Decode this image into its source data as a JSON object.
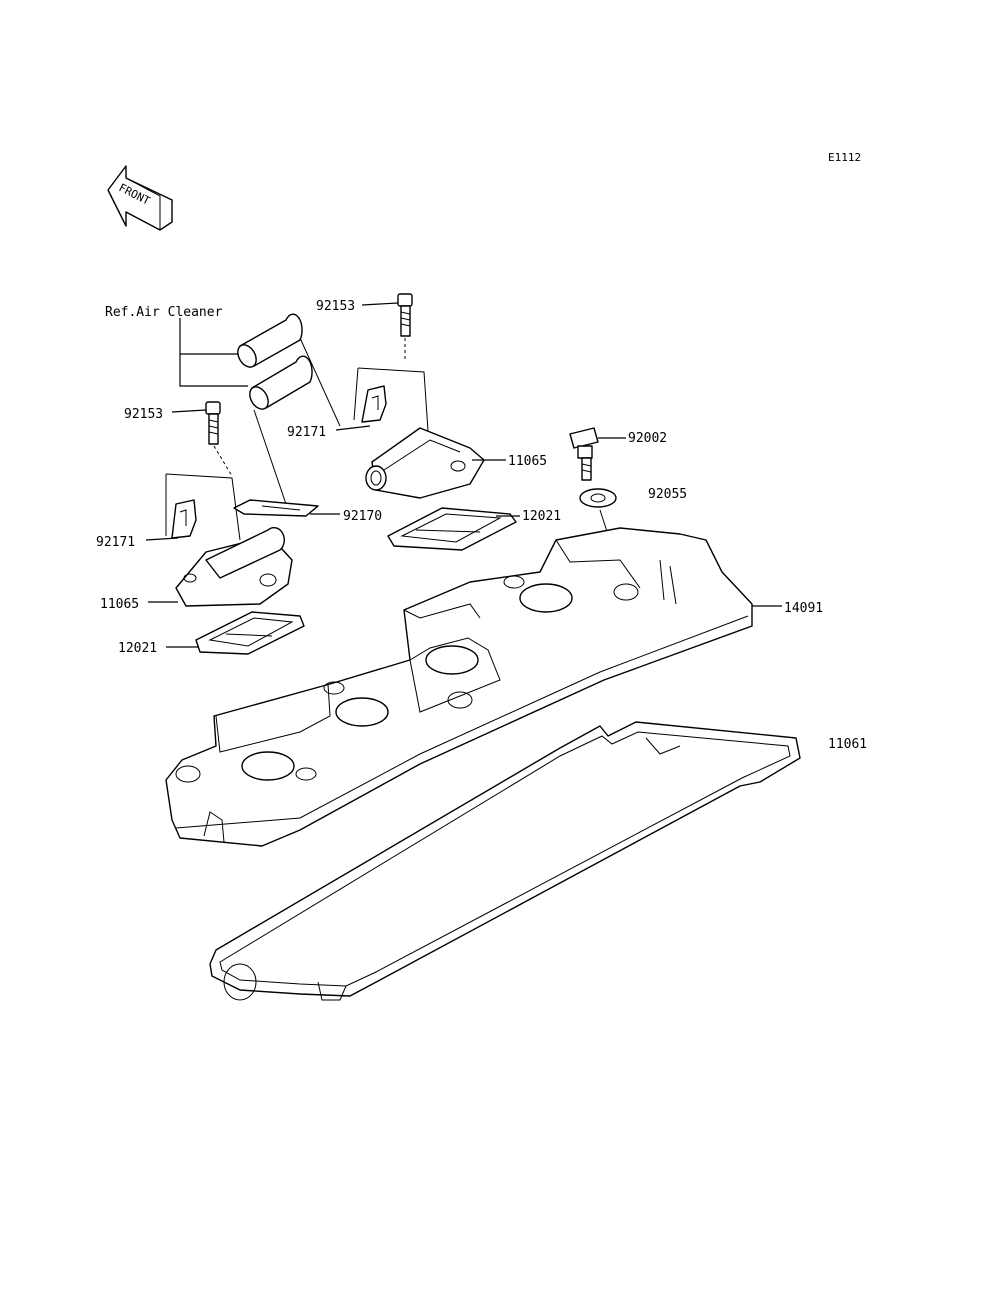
{
  "diagram_code": "E1112",
  "front_label": "FRONT",
  "ref_note": "Ref.Air Cleaner",
  "labels": {
    "p92153_top": "92153",
    "p92153_left": "92153",
    "p92171_top": "92171",
    "p92171_left": "92171",
    "p92170": "92170",
    "p11065_top": "11065",
    "p11065_left": "11065",
    "p12021_top": "12021",
    "p12021_left": "12021",
    "p92002": "92002",
    "p92055": "92055",
    "p14091": "14091",
    "p11061": "11061"
  }
}
